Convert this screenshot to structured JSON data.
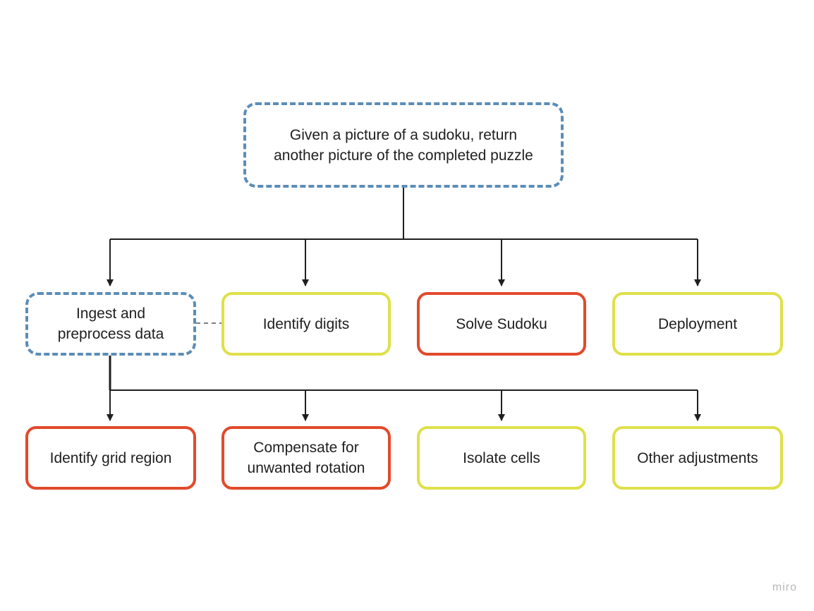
{
  "nodes": {
    "goal": {
      "lines": [
        "Given a picture of a sudoku, return",
        "another picture of the completed puzzle"
      ]
    },
    "ingest": {
      "lines": [
        "Ingest and",
        "preprocess data"
      ]
    },
    "identify_digits": {
      "lines": [
        "Identify digits"
      ]
    },
    "solve_sudoku": {
      "lines": [
        "Solve Sudoku"
      ]
    },
    "deployment": {
      "lines": [
        "Deployment"
      ]
    },
    "identify_grid": {
      "lines": [
        "Identify grid region"
      ]
    },
    "compensate": {
      "lines": [
        "Compensate for",
        "unwanted rotation"
      ]
    },
    "isolate_cells": {
      "lines": [
        "Isolate cells"
      ]
    },
    "other_adjustments": {
      "lines": [
        "Other adjustments"
      ]
    }
  },
  "colors": {
    "dashed_blue": "#5b8db8",
    "red": "#e24a2b",
    "yellow": "#dfe04a",
    "connector": "#1f1f1f"
  },
  "watermark": "miro"
}
